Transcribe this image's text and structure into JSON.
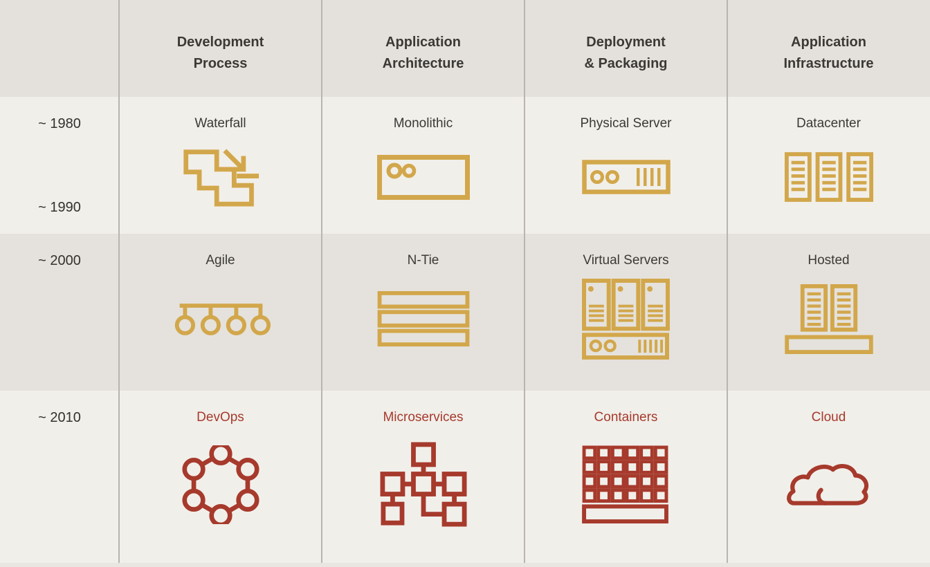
{
  "palette": {
    "gold": "#D2A74B",
    "red": "#A63A2C",
    "header-bg": "#E4E1DC",
    "row-light": "#F1EFEA",
    "row-dark": "#E5E2DD",
    "divider": "#B8B5B1",
    "footer-strip": "#E9E6E1",
    "text-dark": "#3B3936",
    "year-text": "#33312E"
  },
  "header": {
    "columns": [
      {
        "line1": "Development",
        "line2": "Process"
      },
      {
        "line1": "Application",
        "line2": "Architecture"
      },
      {
        "line1": "Deployment",
        "line2": "& Packaging"
      },
      {
        "line1": "Application",
        "line2": "Infrastructure"
      }
    ]
  },
  "rows": [
    {
      "years": [
        "~ 1980",
        "~ 1990"
      ],
      "cells": [
        {
          "label": "Waterfall",
          "icon": "waterfall-icon"
        },
        {
          "label": "Monolithic",
          "icon": "monolithic-icon"
        },
        {
          "label": "Physical Server",
          "icon": "physical-server-icon"
        },
        {
          "label": "Datacenter",
          "icon": "datacenter-icon"
        }
      ]
    },
    {
      "years": [
        "~ 2000"
      ],
      "cells": [
        {
          "label": "Agile",
          "icon": "agile-icon"
        },
        {
          "label": "N-Tie",
          "icon": "n-tier-icon"
        },
        {
          "label": "Virtual Servers",
          "icon": "virtual-servers-icon"
        },
        {
          "label": "Hosted",
          "icon": "hosted-icon"
        }
      ]
    },
    {
      "years": [
        "~ 2010"
      ],
      "cells": [
        {
          "label": "DevOps",
          "icon": "devops-icon"
        },
        {
          "label": "Microservices",
          "icon": "microservices-icon"
        },
        {
          "label": "Containers",
          "icon": "containers-icon"
        },
        {
          "label": "Cloud",
          "icon": "cloud-icon"
        }
      ]
    }
  ]
}
